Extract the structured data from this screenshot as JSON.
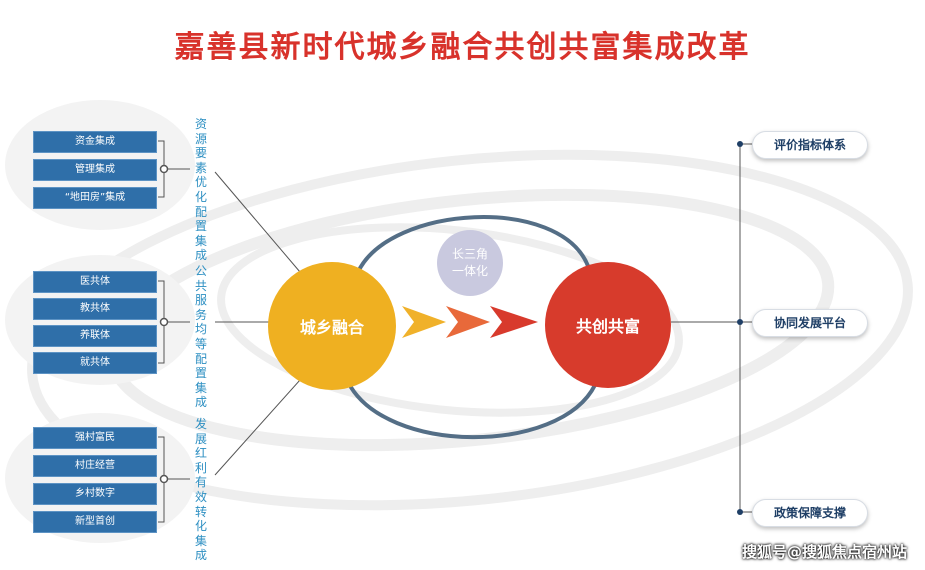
{
  "title": "嘉善县新时代城乡融合共创共富集成改革",
  "left_groups": [
    {
      "items": [
        "资金集成",
        "管理集成",
        "“地田房”集成"
      ],
      "label": "资源要素优化配置集成"
    },
    {
      "items": [
        "医共体",
        "教共体",
        "养联体",
        "就共体"
      ],
      "label": "公共服务均等配置集成"
    },
    {
      "items": [
        "强村富民",
        "村庄经营",
        "乡村数字",
        "新型首创"
      ],
      "label": "发展红利有效转化集成"
    }
  ],
  "center": {
    "left_circle": "城乡融合",
    "right_circle": "共创共富",
    "mid_circle": "长三角一体化"
  },
  "right_items": [
    "评价指标体系",
    "协同发展平台",
    "政策保障支撑"
  ],
  "watermark": "搜狐号@搜狐焦点宿州站",
  "colors": {
    "title": "#d8322b",
    "box": "#2f6fa9",
    "vertical_text": "#2d8fc2",
    "left_circle": "#efb021",
    "right_circle": "#d73b2c",
    "mid_circle": "#c9c9df",
    "arrow_1": "#f0b12a",
    "arrow_2": "#e8693a",
    "arrow_3": "#d83a2c",
    "arc": "#546e86",
    "pill_text": "#1f3f66"
  }
}
